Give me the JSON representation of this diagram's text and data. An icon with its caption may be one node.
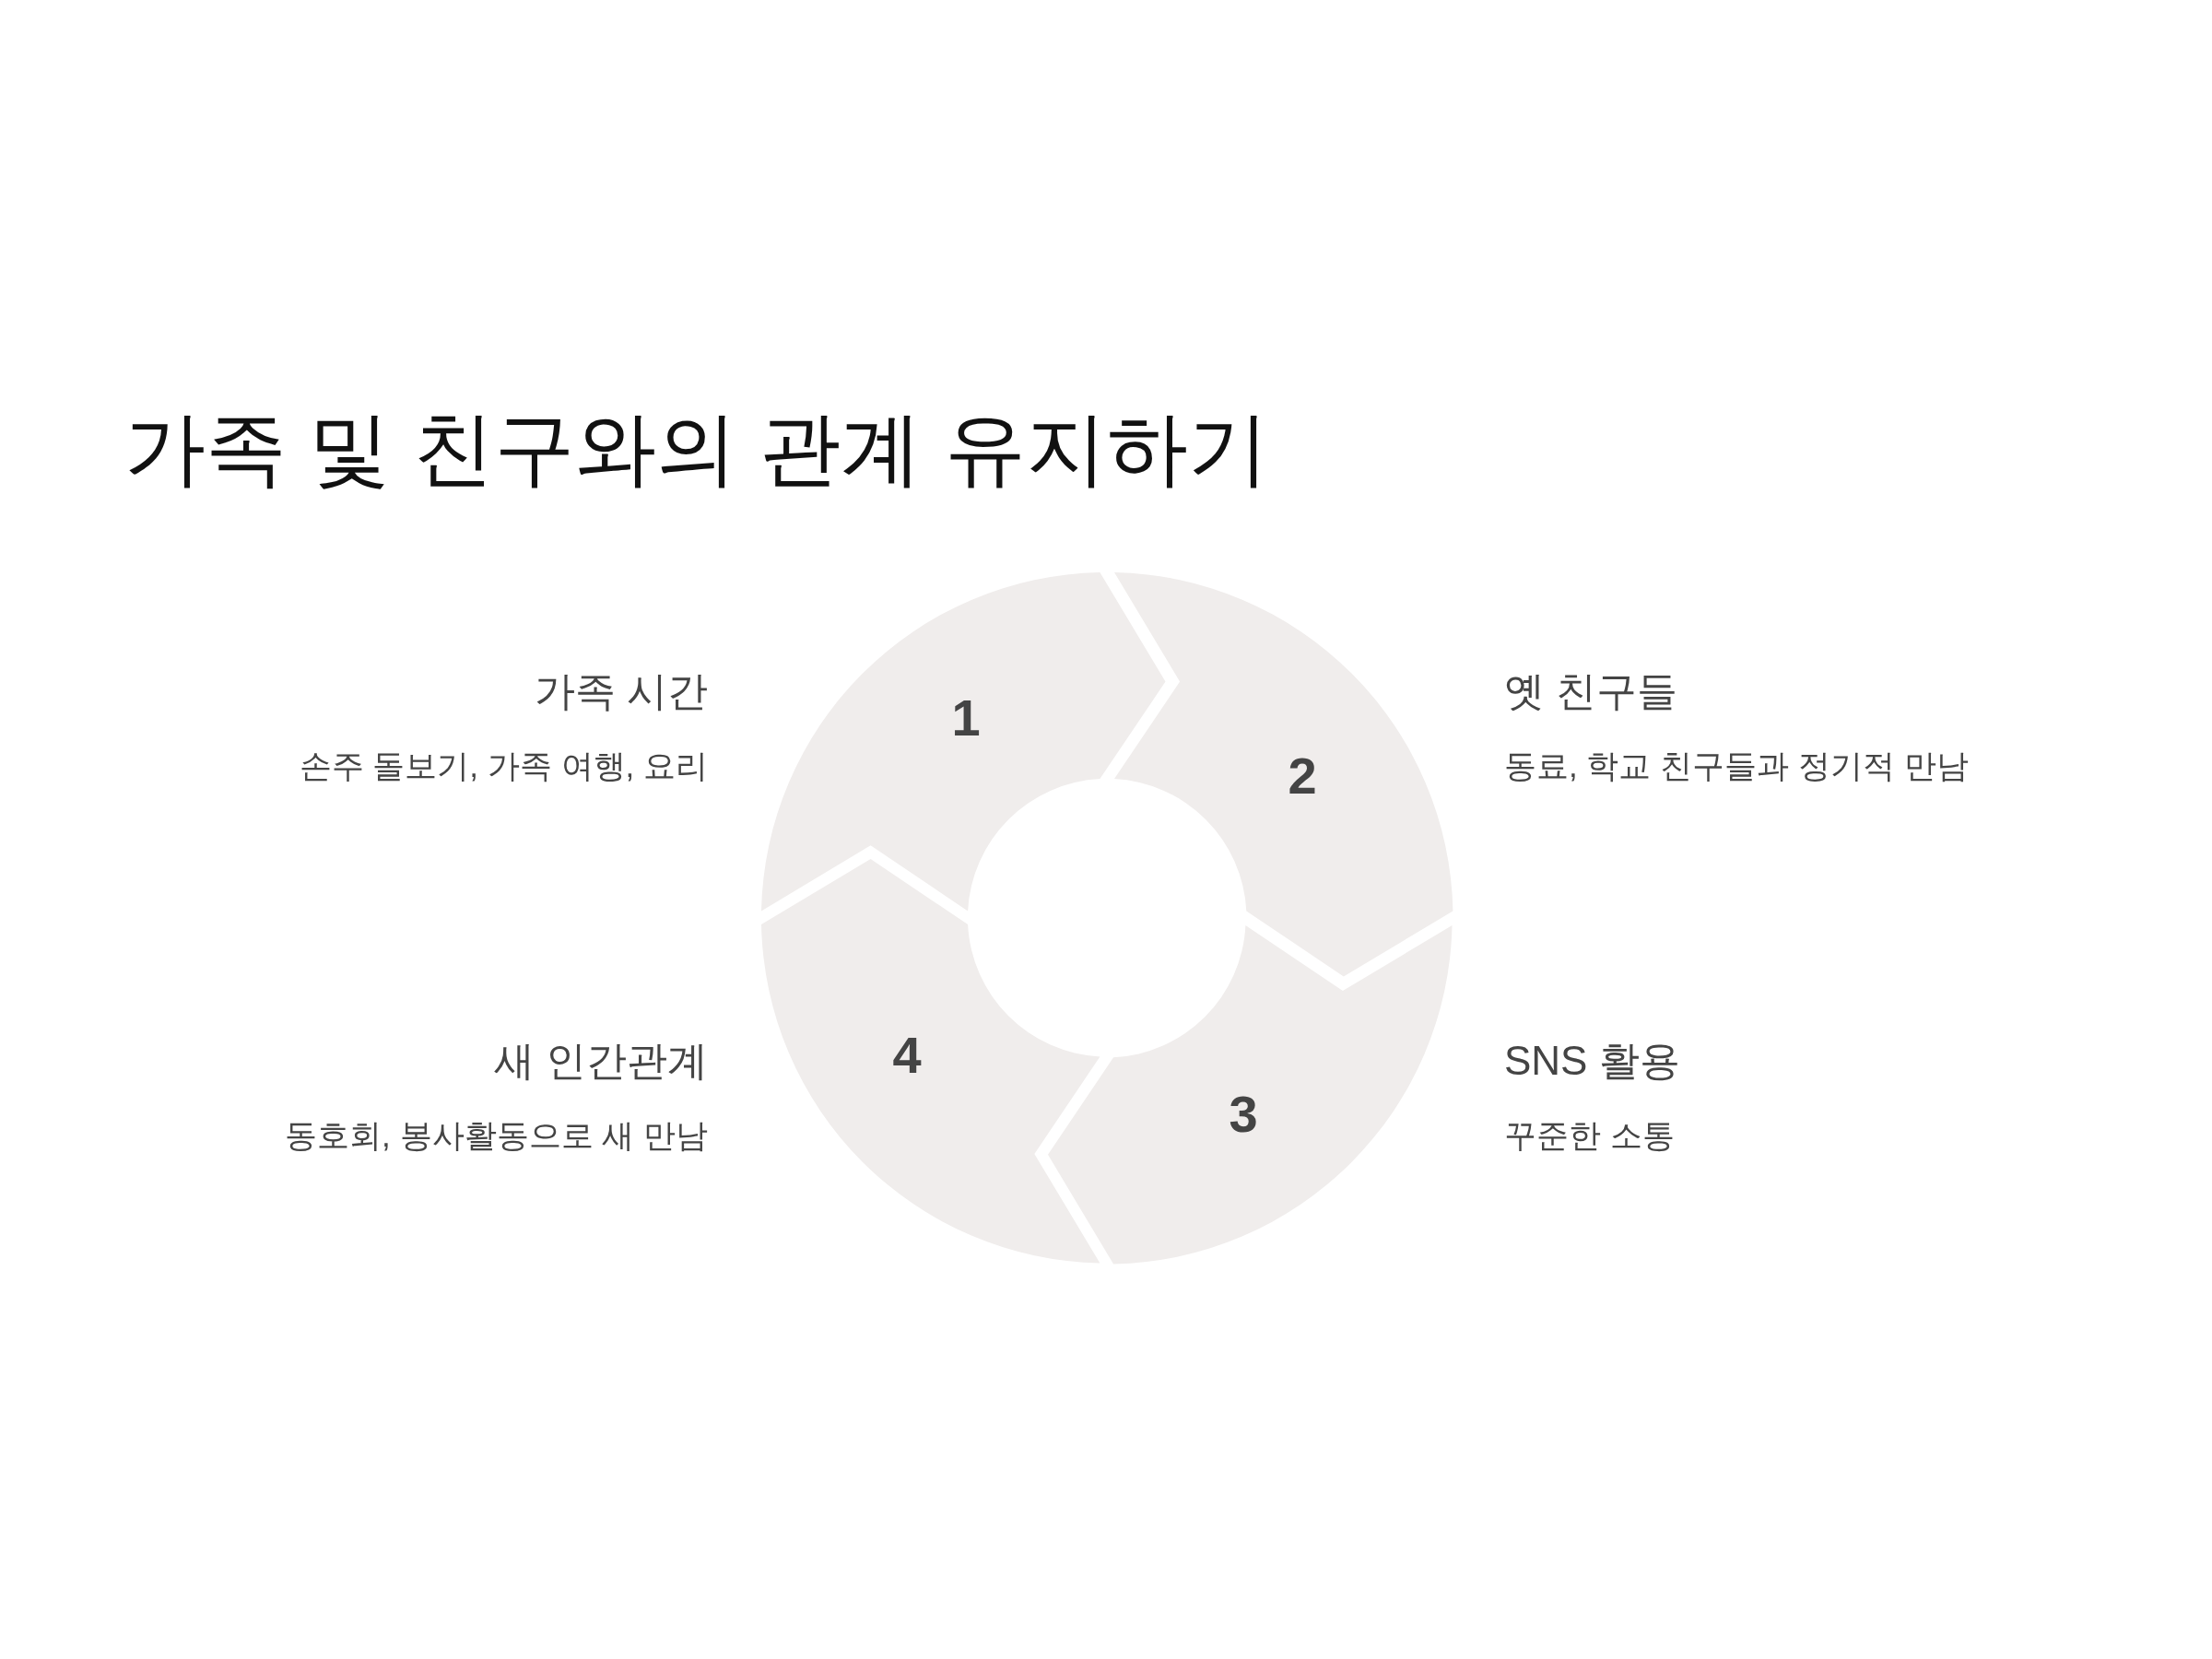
{
  "diagram": {
    "title": "가족 및 친구와의 관계 유지하기",
    "nodes": [
      {
        "text": [
          "1"
        ],
        "beside": [
          "가족 시간",
          "손주 돌보기, 가족 여행, 요리"
        ]
      },
      {
        "text": [
          "2"
        ],
        "beside": [
          "옛 친구들",
          "동료, 학교 친구들과 정기적 만남"
        ]
      },
      {
        "text": [
          "3"
        ],
        "beside": [
          "SNS 활용",
          "꾸준한 소통"
        ]
      },
      {
        "text": [
          "4"
        ],
        "beside": [
          "새 인간관계",
          "동호회, 봉사활동으로 새 만남"
        ]
      }
    ]
  }
}
